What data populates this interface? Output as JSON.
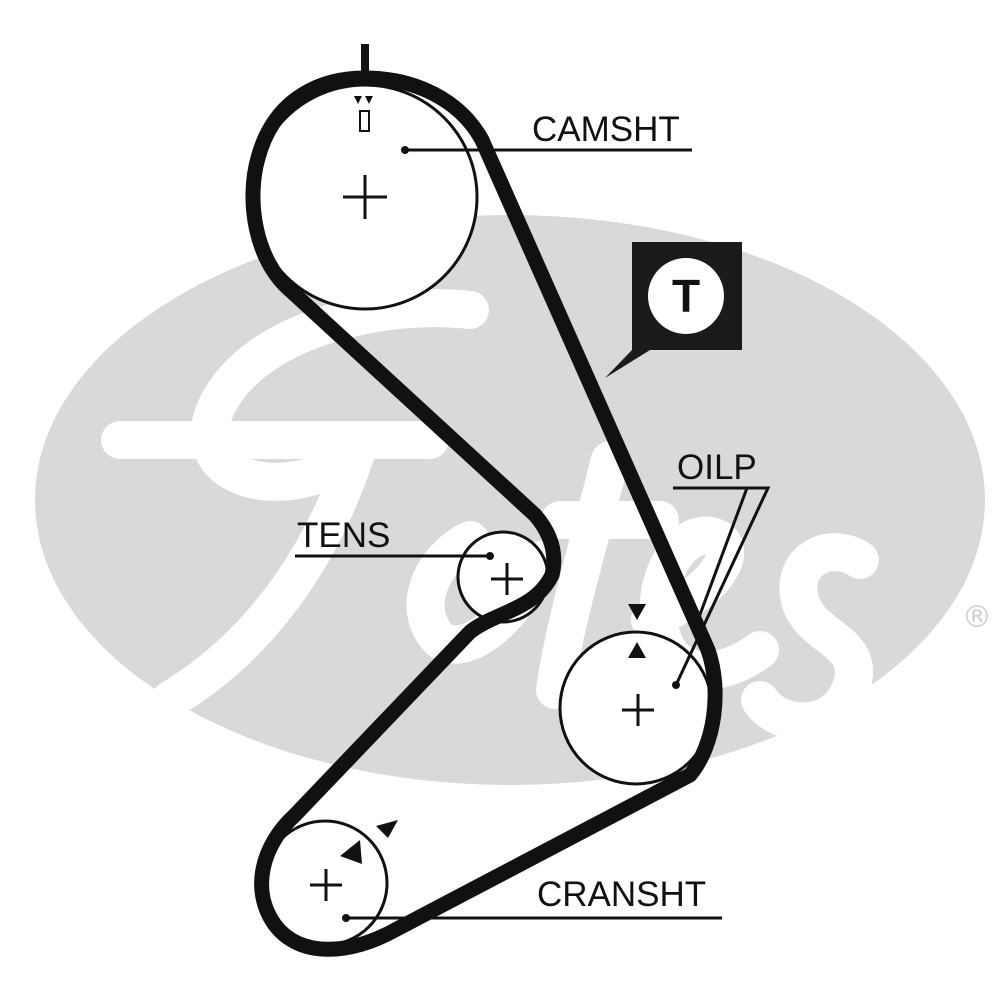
{
  "diagram": {
    "labels": {
      "camshaft": "CAMSHT",
      "tensioner": "TENS",
      "oil_pump": "OILP",
      "crankshaft": "CRANSHT"
    },
    "tensioner_badge": {
      "letter": "T"
    },
    "watermark": {
      "brand": "Gates",
      "registered_mark": "®"
    },
    "colors": {
      "belt": "#111111",
      "watermark": "#d9d9d9",
      "badge_bg": "#1a1a1a",
      "badge_circle": "#ffffff"
    }
  }
}
